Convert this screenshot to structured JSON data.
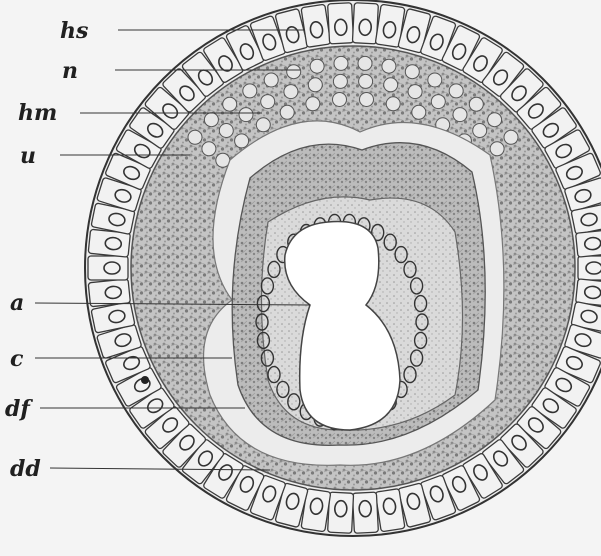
{
  "labels": {
    "hs": "hs",
    "n": "n",
    "hm": "hm",
    "u": "u",
    "a": "a",
    "c": "c",
    "df": "df",
    "dd": "dd"
  },
  "colors": {
    "background": "#f4f4f4",
    "ink": "#202020",
    "outer_cells": "#e9e9e9",
    "mesoderm": "#bdbdbd",
    "cavity": "#eeeeee",
    "inner_layer": "#b7b7b7",
    "epithelium": "#dcdcdc",
    "lumen": "#ffffff"
  }
}
